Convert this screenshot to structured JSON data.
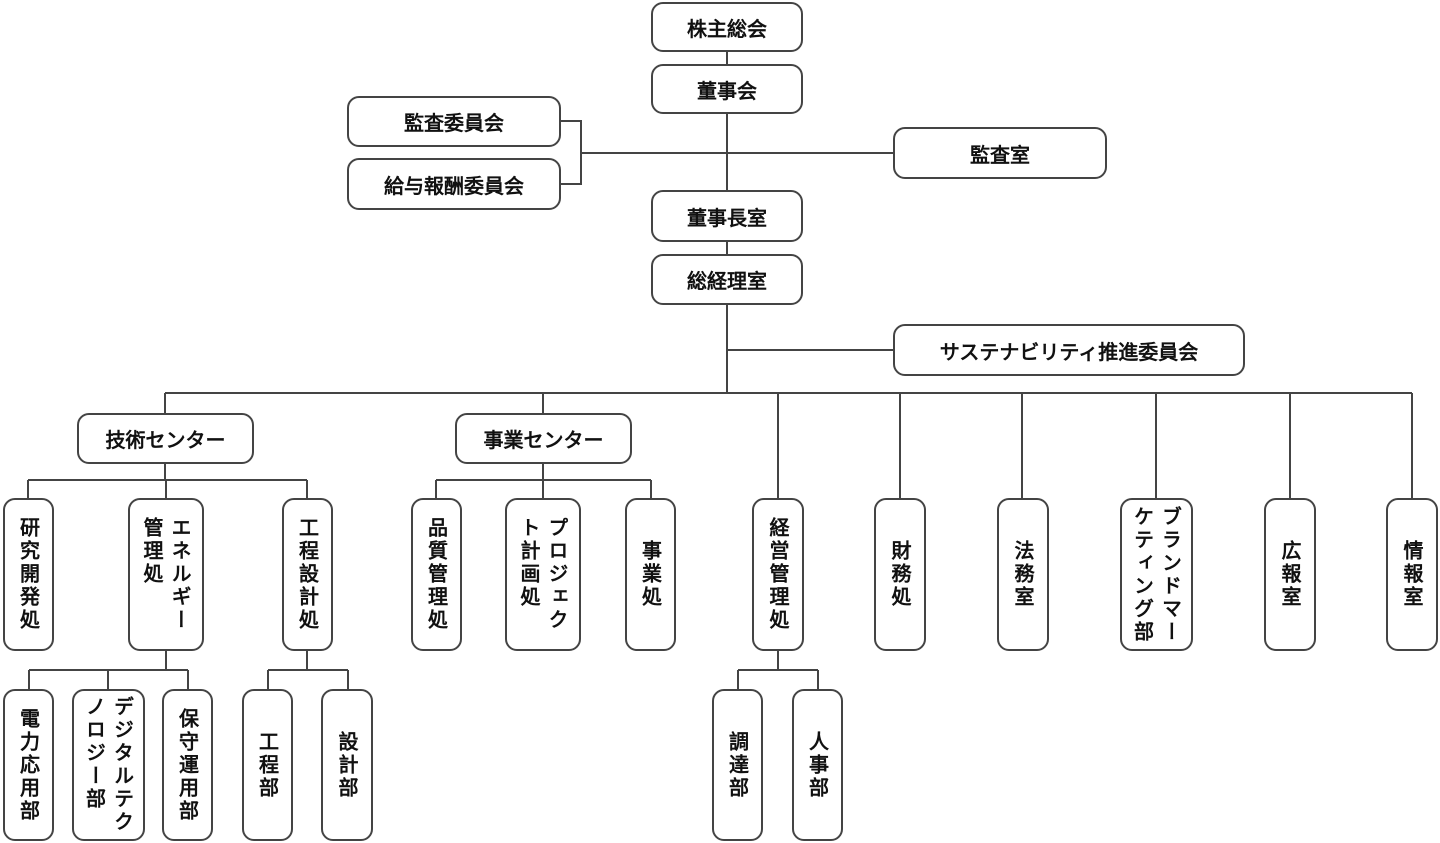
{
  "nodes": {
    "shareholders": "株主総会",
    "board": "董事会",
    "audit_committee": "監査委員会",
    "compensation_committee": "給与報酬委員会",
    "audit_office": "監査室",
    "chairman_office": "董事長室",
    "president_office": "総経理室",
    "sustainability_committee": "サステナビリティ推進委員会",
    "tech_center": "技術センター",
    "business_center": "事業センター",
    "rnd": [
      "研究開発処"
    ],
    "energy_mgmt": [
      "エネルギー",
      "管理処"
    ],
    "engineering_design": [
      "工程設計処"
    ],
    "quality_mgmt": [
      "品質管理処"
    ],
    "project_planning": [
      "プロジェク",
      "ト計画処"
    ],
    "business_div": [
      "事業処"
    ],
    "corporate_mgmt": [
      "経営管理処"
    ],
    "finance": [
      "財務処"
    ],
    "legal": [
      "法務室"
    ],
    "brand_marketing": [
      "ブランドマー",
      "ケティング部"
    ],
    "pr": [
      "広報室"
    ],
    "it": [
      "情報室"
    ],
    "power_application": [
      "電力応用部"
    ],
    "digital_tech": [
      "デジタルテク",
      "ノロジー部"
    ],
    "maintenance": [
      "保守運用部"
    ],
    "engineering": [
      "工程部"
    ],
    "design": [
      "設計部"
    ],
    "procurement": [
      "調達部"
    ],
    "hr": [
      "人事部"
    ]
  }
}
